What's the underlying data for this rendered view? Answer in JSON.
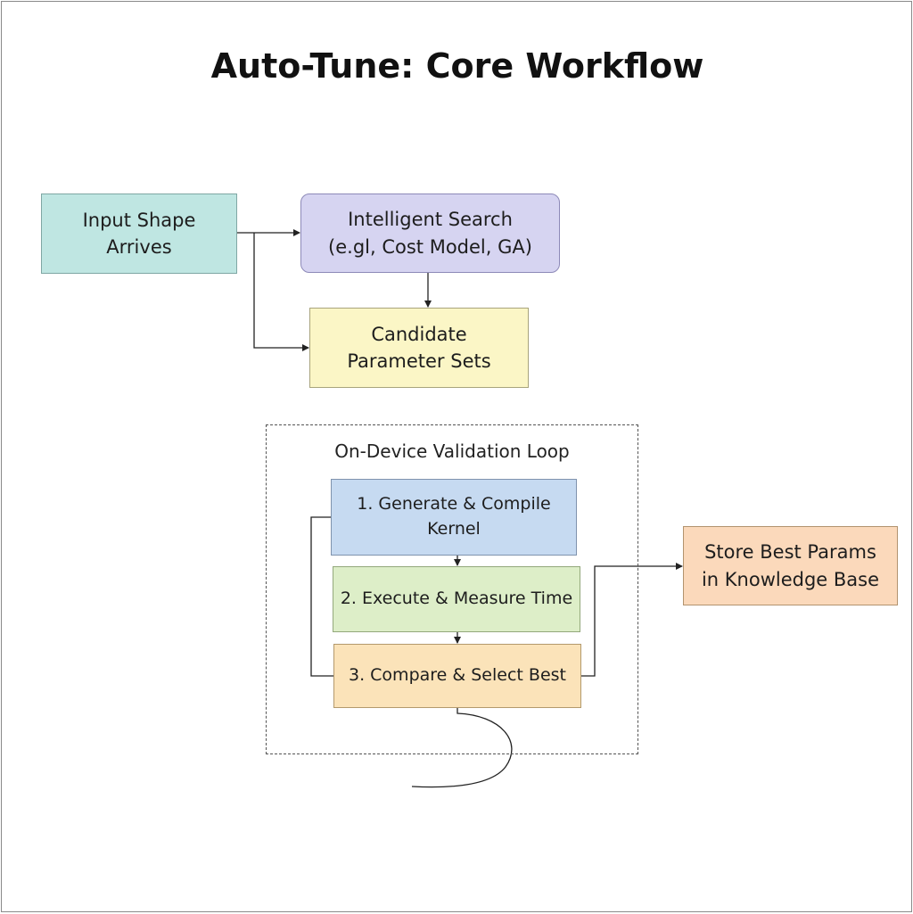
{
  "title": "Auto-Tune: Core Workflow",
  "nodes": {
    "input": "Input Shape\nArrives",
    "search": "Intelligent Search\n(e.gl, Cost Model, GA)",
    "candidates": "Candidate\nParameter Sets",
    "generate": "1. Generate & Compile\nKernel",
    "execute": "2. Execute & Measure Time",
    "compare": "3. Compare & Select Best",
    "store": "Store Best Params\nin Knowledge Base"
  },
  "loop_title": "On-Device Validation Loop",
  "colors": {
    "input": "#bfe6e2",
    "search": "#d6d4f1",
    "candidates": "#fbf6c6",
    "generate": "#c6daf1",
    "execute": "#ddeec8",
    "compare": "#fbe3b9",
    "store": "#fbd9bb"
  }
}
